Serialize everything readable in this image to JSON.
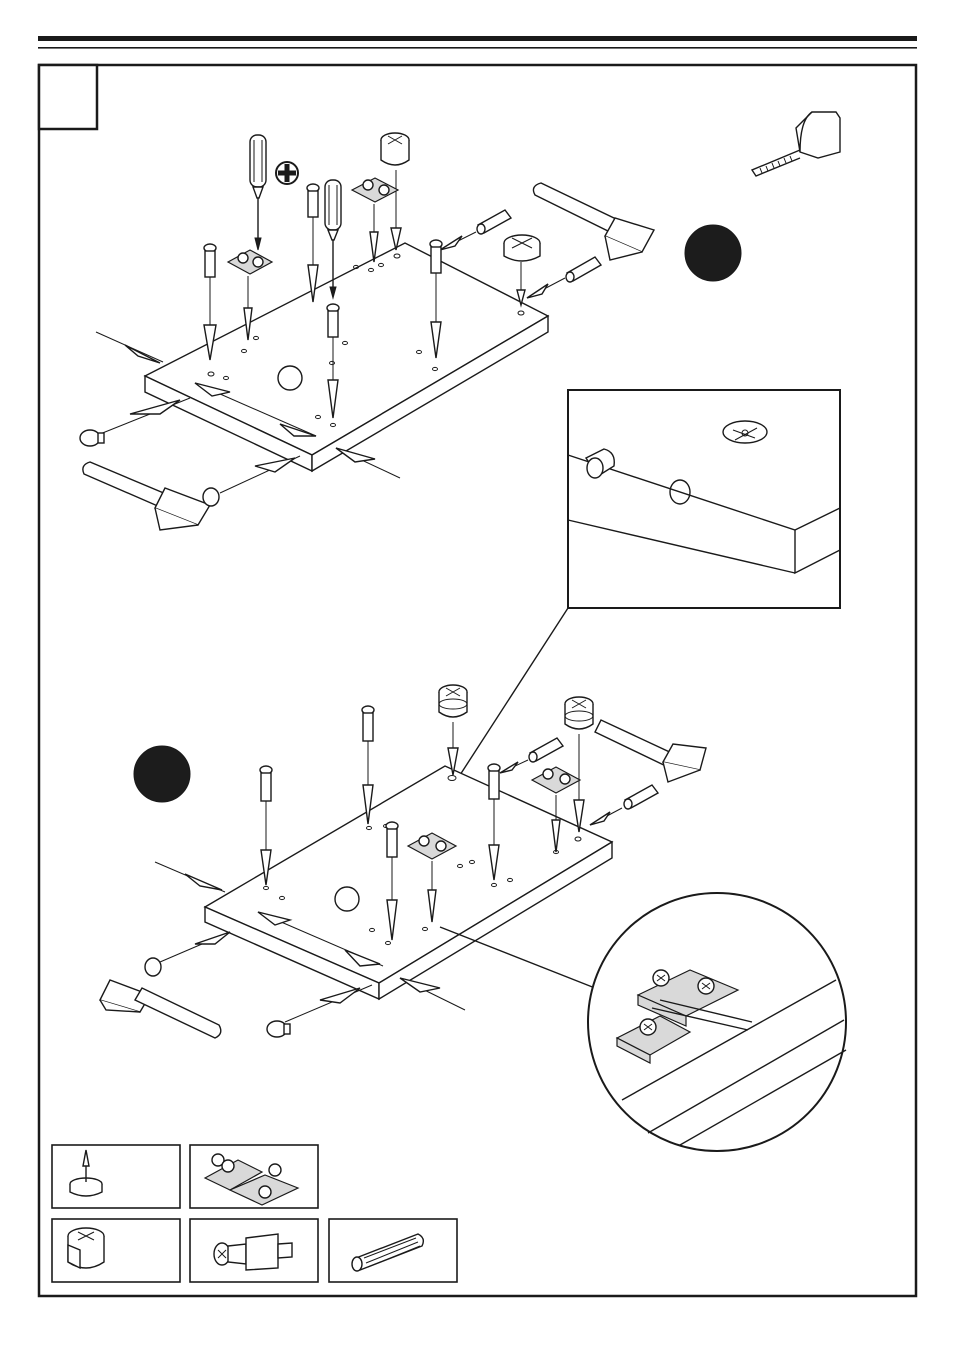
{
  "page": {
    "step_number": "",
    "step_box_label": ""
  },
  "colors": {
    "ink": "#1a1a1a",
    "paper": "#ffffff",
    "badge": "#1c1c1c",
    "part_fill": "#d9d9d9"
  },
  "icons": {
    "tool_phillips": "phillips-screwdriver-icon",
    "tool_hammer": "hammer-icon",
    "tool_tape": "tape-measure-icon",
    "cross_symbol": "phillips-cross-icon"
  },
  "parts_legend": [
    {
      "name": "furniture-glide-nail"
    },
    {
      "name": "drawer-runner-bracket"
    },
    {
      "name": "cam-lock"
    },
    {
      "name": "cam-bolt"
    },
    {
      "name": "wooden-dowel"
    }
  ],
  "badges": [
    {
      "name": "step-badge-a",
      "label": ""
    },
    {
      "name": "step-badge-b",
      "label": ""
    }
  ]
}
